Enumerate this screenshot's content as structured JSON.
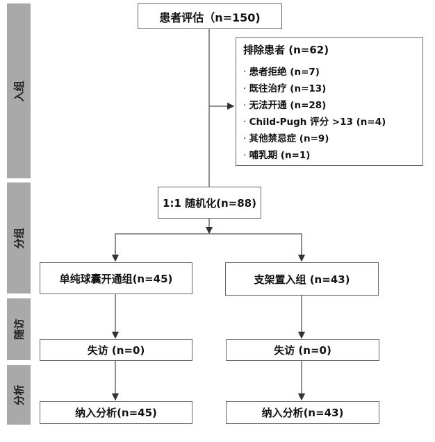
{
  "stages": [
    "入组",
    "分组",
    "随访",
    "分析"
  ],
  "assessment": "患者评估（n=150)",
  "exclusion": {
    "title": "排除患者 (n=62)",
    "items": [
      "患者拒绝 (n=7)",
      "既往治疗 (n=13)",
      "无法开通 (n=28)",
      "Child-Pugh 评分 >13 (n=4)",
      "其他禁忌症 (n=9)",
      "哺乳期 (n=1)"
    ]
  },
  "randomization": "1:1 随机化(n=88)",
  "groups": [
    {
      "name": "单纯球囊开通组(n=45)",
      "followup": "失访 (n=0)",
      "analysis": "纳入分析(n=45)"
    },
    {
      "name": "支架置入组 (n=43)",
      "followup": "失访 (n=0)",
      "analysis": "纳入分析(n=43)"
    }
  ]
}
